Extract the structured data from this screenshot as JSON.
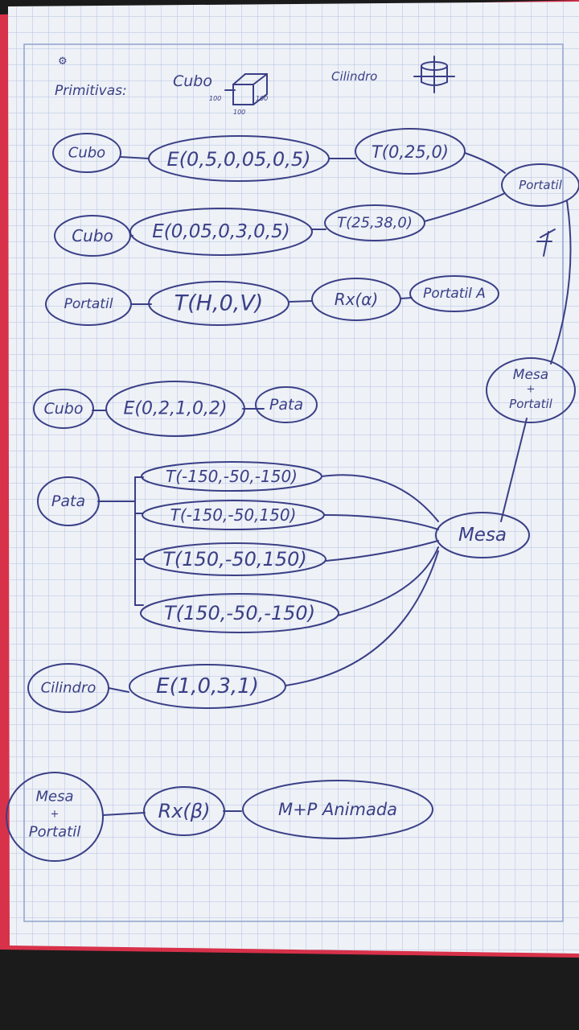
{
  "header": {
    "primitives_label": "Primitivas:",
    "cube_label": "Cubo",
    "cube_dims": [
      "100",
      "100",
      "100"
    ],
    "cylinder_label": "Cilindro"
  },
  "nodes": {
    "cubo_1": "Cubo",
    "escala_1": "E(0,5,0,05,0,5)",
    "tras_1": "T(0,25,0)",
    "cubo_2": "Cubo",
    "escala_2": "E(0,05,0,3,0,5)",
    "tras_2": "T(25,38,0)",
    "portatil": "Portatil",
    "portatil_in": "Portatil",
    "tras_hv": "T(H,0,V)",
    "rot_alpha": "Rx(α)",
    "portatil_a": "Portatil A",
    "cubo_3": "Cubo",
    "escala_pata": "E(0,2,1,0,2)",
    "pata_out": "Pata",
    "pata_in": "Pata",
    "tras_p1": "T(-150,-50,-150)",
    "tras_p2": "T(-150,-50,150)",
    "tras_p3": "T(150,-50,150)",
    "tras_p4": "T(150,-50,-150)",
    "cilindro": "Cilindro",
    "escala_cil": "E(1,0,3,1)",
    "mesa": "Mesa",
    "mesa_portatil": [
      "Mesa",
      "+",
      "Portatil"
    ],
    "mesa_portatil_in": [
      "Mesa",
      "+",
      "Portatil"
    ],
    "rot_beta": "Rx(β)",
    "mp_animada": "M+P Animada"
  },
  "colors": {
    "ink": "#3a3f86",
    "paper": "#eef1f6",
    "grid": "#b3c1e2",
    "background": "#1b1b1b",
    "red_edge": "#d8314a"
  }
}
